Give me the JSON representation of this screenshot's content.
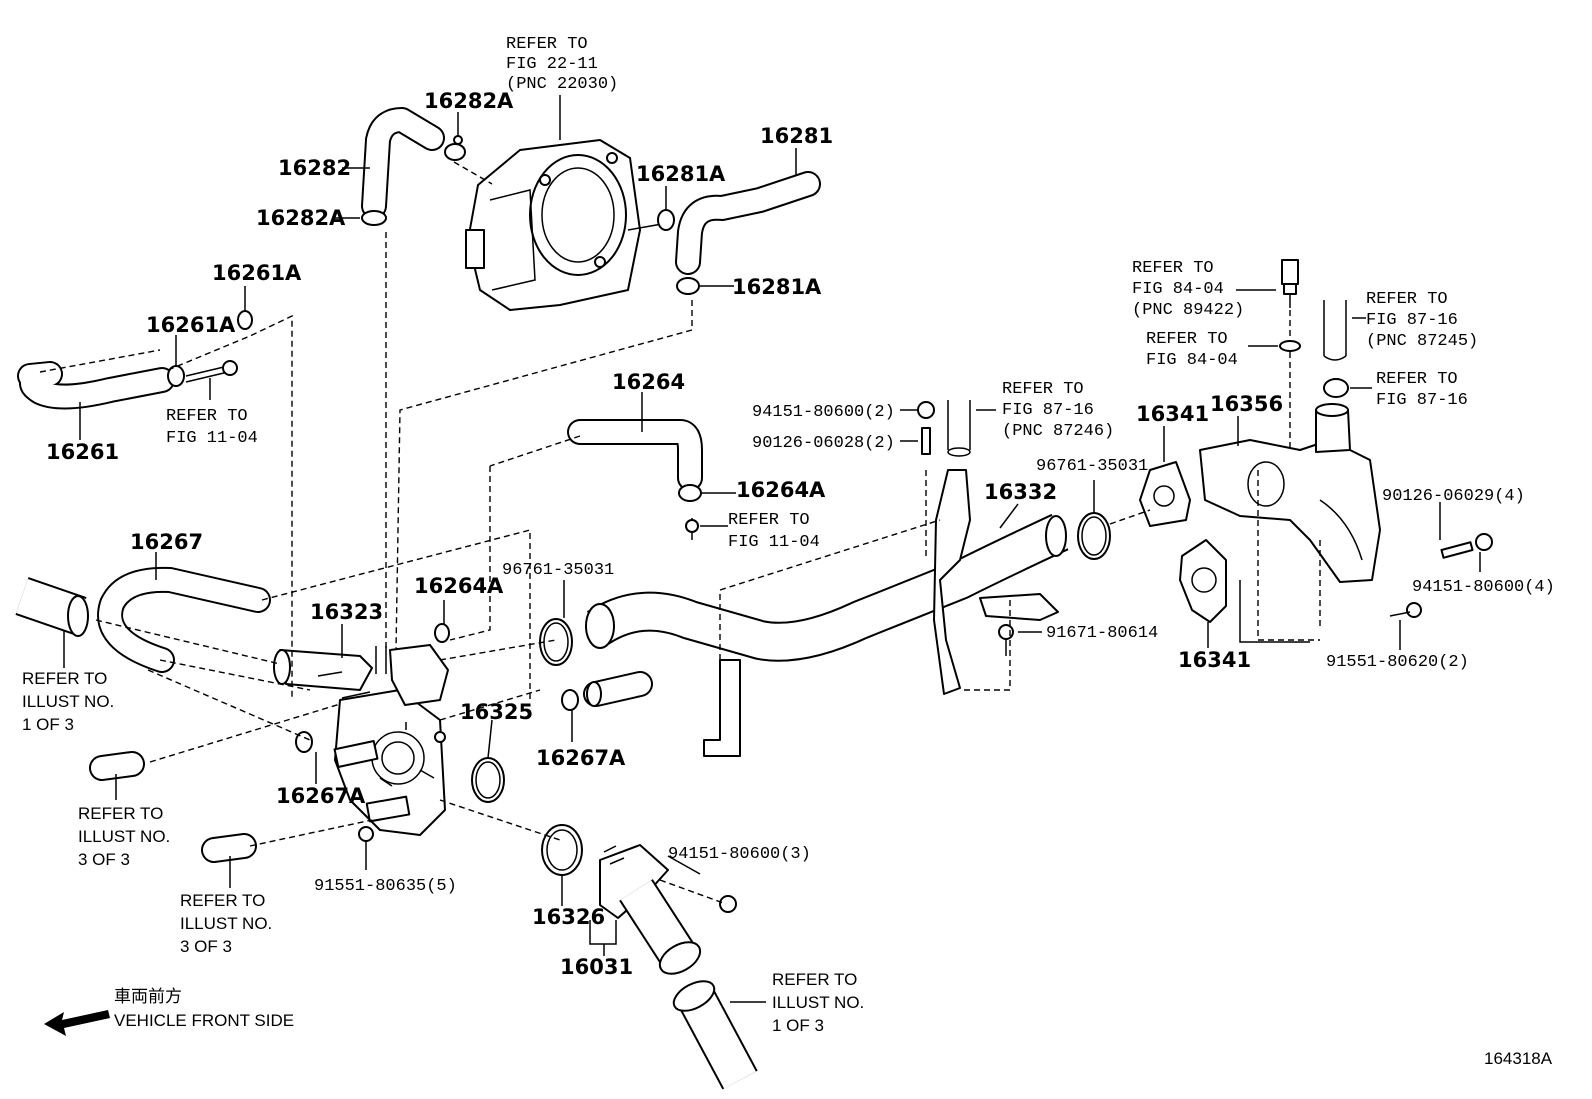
{
  "refs": {
    "r1": [
      "REFER TO",
      "FIG 22-11",
      "(PNC 22030)"
    ],
    "r2": [
      "REFER TO",
      "FIG 11-04"
    ],
    "r3": [
      "REFER TO",
      "FIG 84-04",
      "(PNC 89422)"
    ],
    "r4": [
      "REFER TO",
      "FIG 84-04"
    ],
    "r5": [
      "REFER TO",
      "FIG 87-16",
      "(PNC 87245)"
    ],
    "r6": [
      "REFER TO",
      "FIG 87-16"
    ],
    "r7": [
      "REFER TO",
      "FIG 87-16",
      "(PNC 87246)"
    ],
    "r8": [
      "REFER TO",
      "FIG 11-04"
    ],
    "r9": [
      "REFER TO",
      "ILLUST NO.",
      "1 OF 3"
    ],
    "r10": [
      "REFER TO",
      "ILLUST NO.",
      "3 OF 3"
    ],
    "r11": [
      "REFER TO",
      "ILLUST NO.",
      "3 OF 3"
    ],
    "r12": [
      "REFER TO",
      "ILLUST NO.",
      "1 OF 3"
    ]
  },
  "parts": {
    "p16282A_top": "16282A",
    "p16282": "16282",
    "p16282A_left": "16282A",
    "p16281": "16281",
    "p16281A_top": "16281A",
    "p16281A_bot": "16281A",
    "p16261A_top": "16261A",
    "p16261A_mid": "16261A",
    "p16261": "16261",
    "p16264": "16264",
    "p16264A_right": "16264A",
    "p16264A_left": "16264A",
    "p16267": "16267",
    "p16323": "16323",
    "p16325": "16325",
    "p16267A_mid": "16267A",
    "p16267A_left": "16267A",
    "p16326": "16326",
    "p16031": "16031",
    "p16332": "16332",
    "p16341_top": "16341",
    "p16341_bot": "16341",
    "p16356": "16356",
    "b94151_2": "94151-80600(2)",
    "b90126_2": "90126-06028(2)",
    "b96761_right": "96761-35031",
    "b96761_left": "96761-35031",
    "b90126_4": "90126-06029(4)",
    "b94151_4": "94151-80600(4)",
    "b91671": "91671-80614",
    "b91551_2": "91551-80620(2)",
    "b94151_3": "94151-80600(3)",
    "b91551_5": "91551-80635(5)"
  },
  "front": {
    "jp": "車両前方",
    "en": "VEHICLE FRONT SIDE"
  },
  "illustration_id": "164318A"
}
